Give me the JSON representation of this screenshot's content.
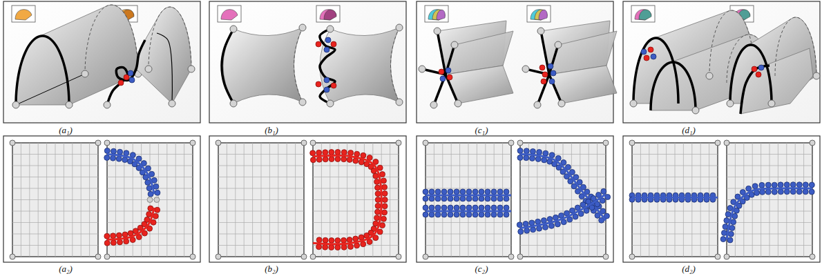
{
  "diagram": {
    "labels": [
      "(a₁)",
      "(b₁)",
      "(c₁)",
      "(d₁)",
      "(a₂)",
      "(b₂)",
      "(c₂)",
      "(d₂)"
    ]
  }
}
